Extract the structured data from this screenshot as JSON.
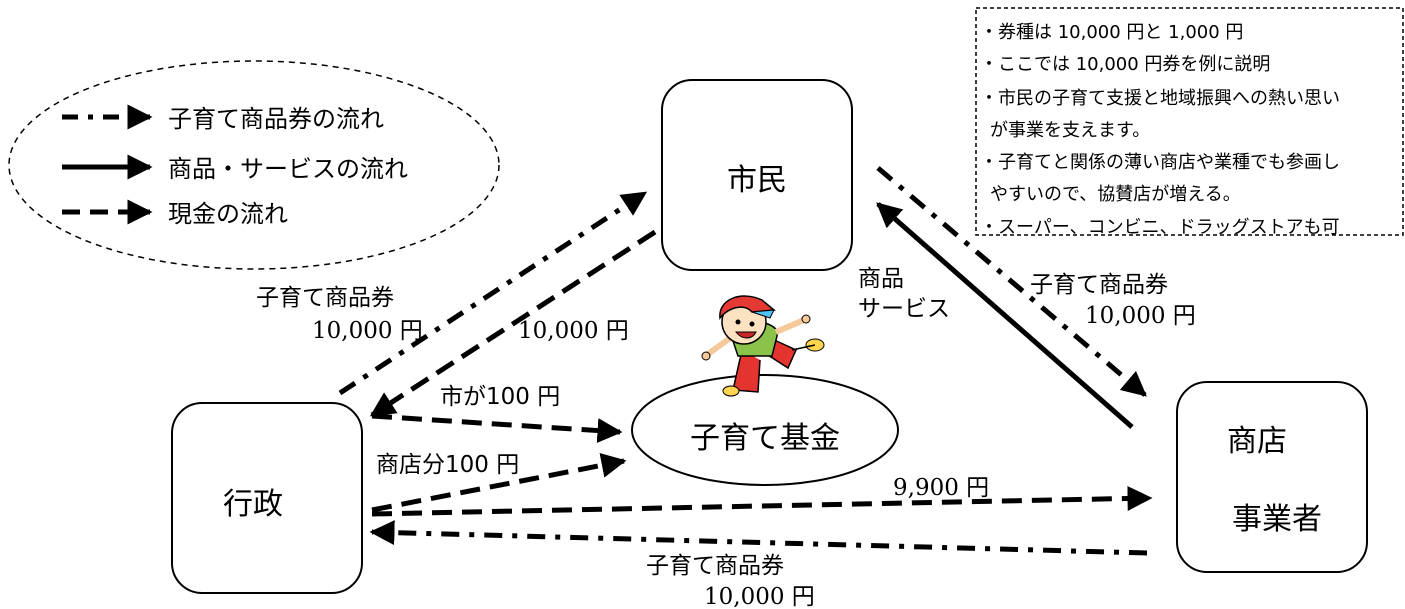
{
  "legend": {
    "voucher_flow": "子育て商品券の流れ",
    "goods_flow": "商品・サービスの流れ",
    "cash_flow": "現金の流れ"
  },
  "notes": [
    "・券種は 10,000 円と 1,000 円",
    "・ここでは 10,000 円券を例に説明",
    "・市民の子育て支援と地域振興への熱い思い",
    "が事業を支えます。",
    "・子育てと関係の薄い商店や業種でも参画し",
    "やすいので、協賛店が増える。",
    "・スーパー、コンビニ、ドラッグストアも可"
  ],
  "nodes": {
    "citizen": "市民",
    "government": "行政",
    "fund": "子育て基金",
    "shop_line1": "商店",
    "shop_line2": "事業者"
  },
  "labels": {
    "gov_to_citizen_voucher": "子育て商品券",
    "gov_to_citizen_amount": "10,000 円",
    "citizen_to_gov_cash": "10,000 円",
    "city_to_fund": "市が100 円",
    "shop_share_to_fund": "商店分100 円",
    "goods_line1": "商品",
    "goods_line2": "サービス",
    "citizen_to_shop_voucher": "子育て商品券",
    "citizen_to_shop_amount": "10,000 円",
    "gov_to_shop_cash": "9,900 円",
    "shop_to_gov_voucher": "子育て商品券",
    "shop_to_gov_amount": "10,000 円"
  }
}
